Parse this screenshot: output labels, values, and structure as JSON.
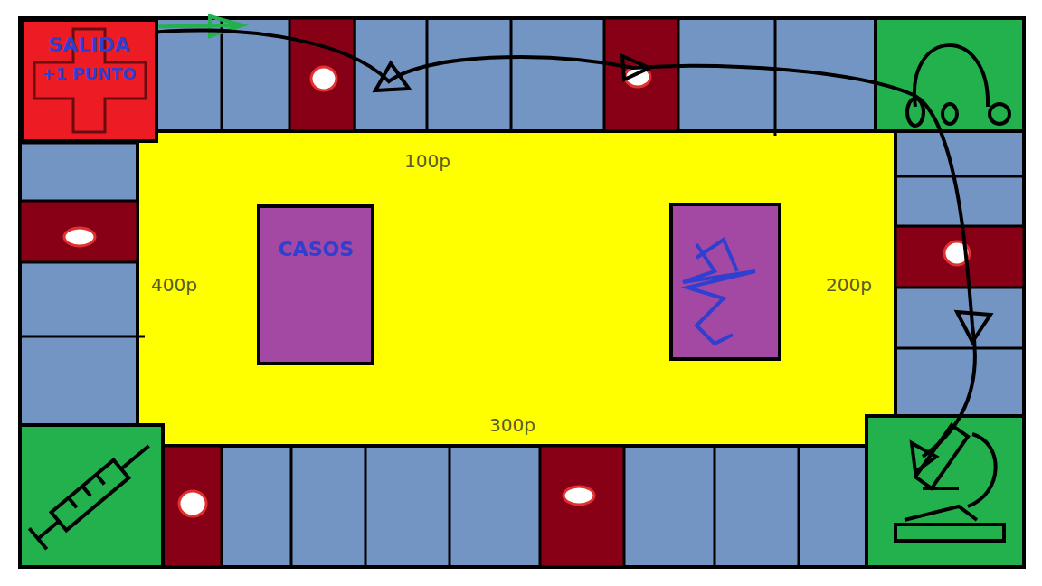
{
  "diagram": {
    "nodes": [
      {
        "text": [
          "SALIDA",
          "+1 PUNTO"
        ]
      },
      {
        "text": [
          "CASOS"
        ]
      }
    ],
    "labels": [
      "100p",
      "400p",
      "200p",
      "300p"
    ]
  }
}
